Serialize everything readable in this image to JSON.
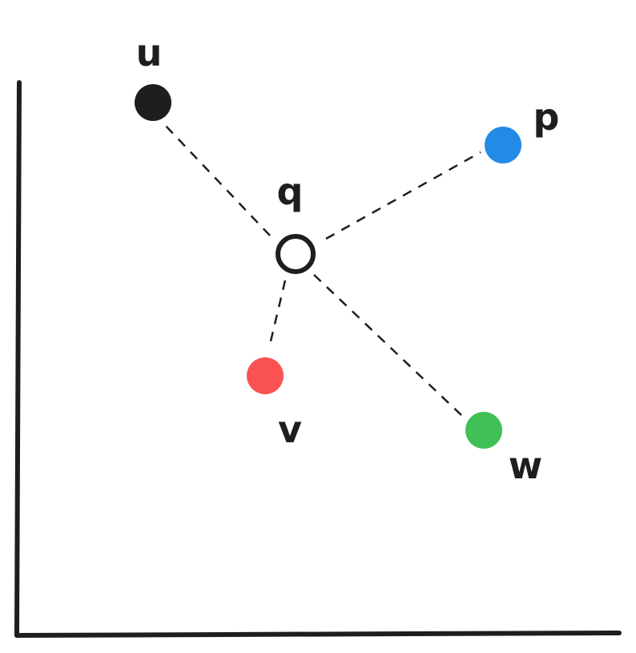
{
  "points": [
    {
      "id": "u",
      "label": "u",
      "color": "#1e1e1e",
      "filled": true
    },
    {
      "id": "p",
      "label": "p",
      "color": "#228be6",
      "filled": true
    },
    {
      "id": "q",
      "label": "q",
      "color": "#1e1e1e",
      "filled": false
    },
    {
      "id": "v",
      "label": "v",
      "color": "#fa5252",
      "filled": true
    },
    {
      "id": "w",
      "label": "w",
      "color": "#40c057",
      "filled": true
    }
  ],
  "connections": [
    {
      "from": "q",
      "to": "u"
    },
    {
      "from": "q",
      "to": "p"
    },
    {
      "from": "q",
      "to": "v"
    },
    {
      "from": "q",
      "to": "w"
    }
  ]
}
